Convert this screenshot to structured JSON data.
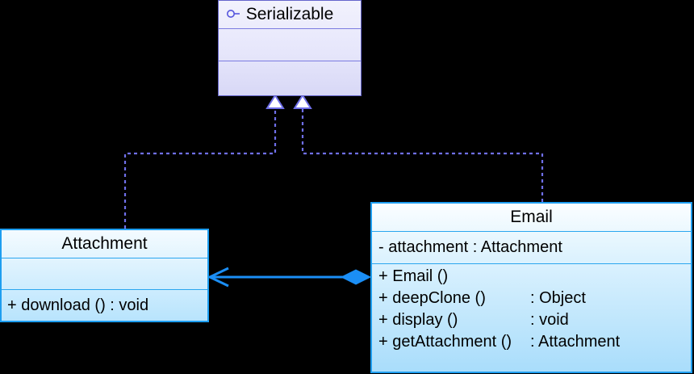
{
  "diagram": {
    "type": "uml-class-diagram",
    "background_color": "#000000",
    "classes": [
      {
        "id": "serializable",
        "name": "Serializable",
        "stereotype": "interface",
        "icon": "interface-lollipop-icon",
        "attributes": [],
        "operations": [],
        "border_color": "#6666cc",
        "fill_color": "#e6e6fb"
      },
      {
        "id": "attachment",
        "name": "Attachment",
        "attributes": [],
        "operations": [
          {
            "visibility": "+",
            "signature": "download ()",
            "type": ": void",
            "text": "+ download () : void"
          }
        ],
        "border_color": "#1e9ef0",
        "fill_color": "#b8e4fd"
      },
      {
        "id": "email",
        "name": "Email",
        "attributes": [
          {
            "visibility": "-",
            "signature": "attachment",
            "type": ": Attachment",
            "text": "- attachment  : Attachment"
          }
        ],
        "operations": [
          {
            "visibility": "+",
            "signature": "Email ()",
            "type": "",
            "text": "+ Email ()"
          },
          {
            "visibility": "+",
            "signature": "deepClone ()",
            "type": ": Object",
            "text": "+ deepClone ()        : Object"
          },
          {
            "visibility": "+",
            "signature": "display ()",
            "type": ": void",
            "text": "+ display ()             : void"
          },
          {
            "visibility": "+",
            "signature": "getAttachment ()",
            "type": ": Attachment",
            "text": "+ getAttachment () : Attachment"
          }
        ],
        "border_color": "#1e9ef0",
        "fill_color": "#a9ddfb"
      }
    ],
    "relationships": [
      {
        "id": "rel-attachment-realizes-serializable",
        "kind": "realization",
        "style": "dashed",
        "arrowhead": "hollow-triangle",
        "from": "Attachment",
        "to": "Serializable",
        "color": "#6f6fe8"
      },
      {
        "id": "rel-email-realizes-serializable",
        "kind": "realization",
        "style": "dashed",
        "arrowhead": "hollow-triangle",
        "from": "Email",
        "to": "Serializable",
        "color": "#6f6fe8"
      },
      {
        "id": "rel-email-aggregates-attachment",
        "kind": "aggregation",
        "style": "solid",
        "arrowhead": "open-arrow",
        "diamond": "filled-diamond",
        "from": "Email",
        "to": "Attachment",
        "color": "#1b8ef5"
      }
    ]
  }
}
